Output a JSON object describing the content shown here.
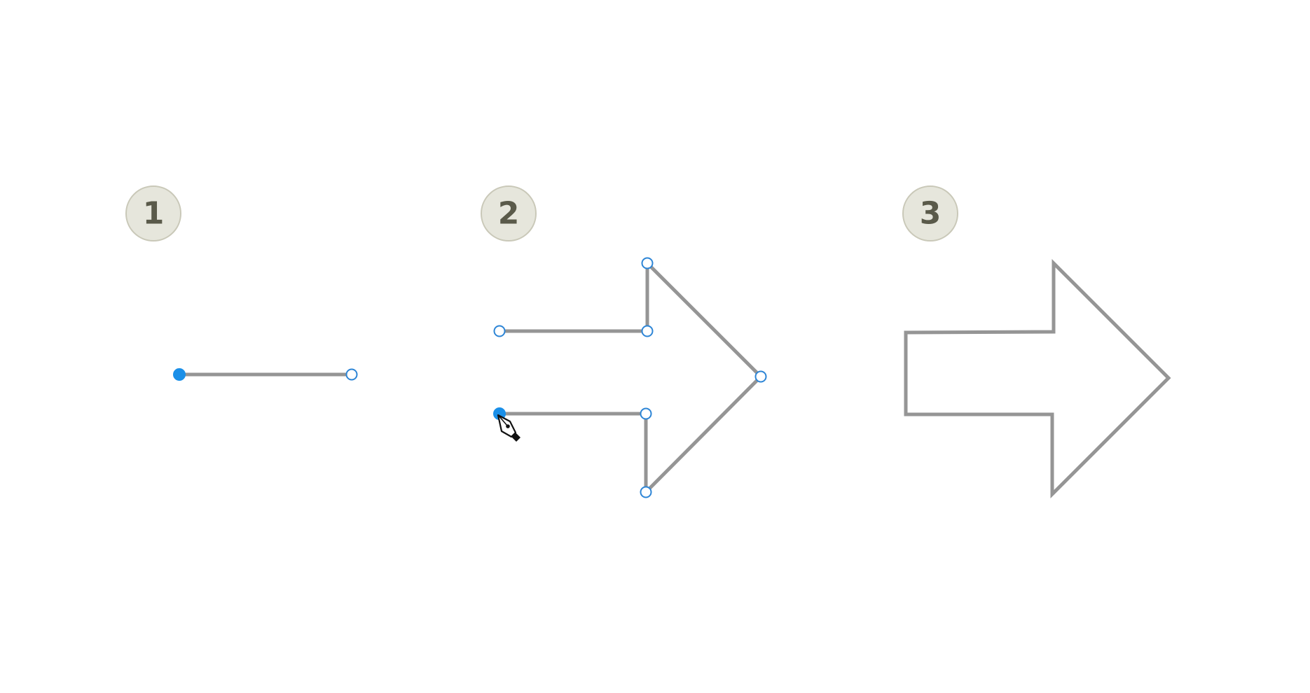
{
  "steps": [
    {
      "number": "1",
      "description": ""
    },
    {
      "number": "2",
      "description": ""
    },
    {
      "number": "3",
      "description": ""
    }
  ],
  "colors": {
    "stroke": "#959595",
    "anchor_active": "#1a8fe8",
    "anchor_outline": "#2d85d6",
    "badge_fill": "#e6e6dc",
    "badge_border": "#c9c8b8",
    "badge_text": "#5a5a4a"
  },
  "tool": {
    "icon": "pen-tool-icon"
  }
}
